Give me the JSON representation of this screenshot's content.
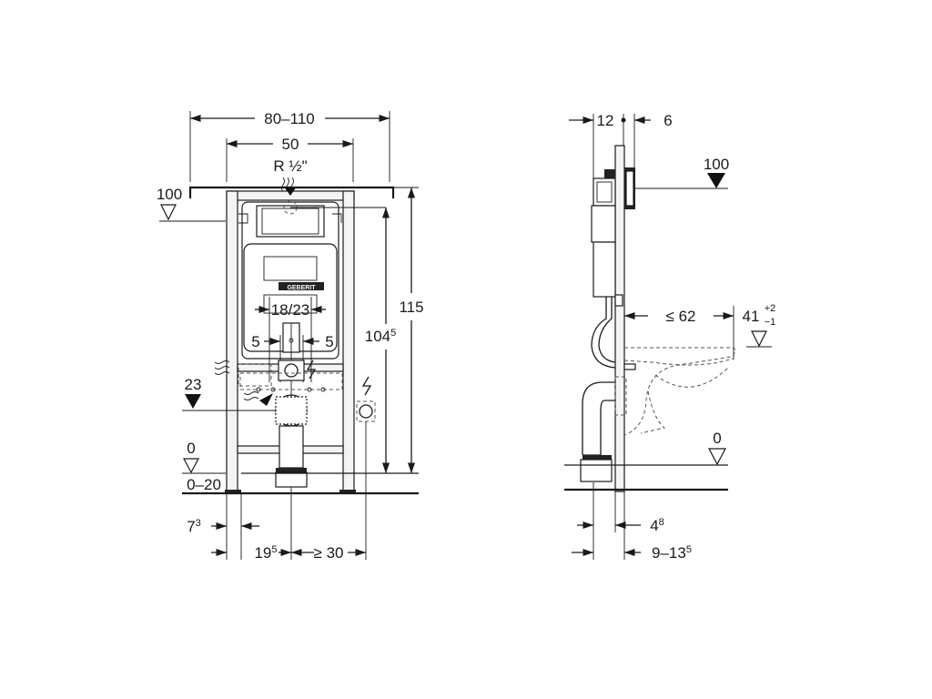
{
  "front_view": {
    "dim_width_range": "80–110",
    "dim_frame_width": "50",
    "supply_label": "R ½\"",
    "ref_100": "100",
    "dim_18_23": "18/23",
    "dim_5_left": "5",
    "dim_5_right": "5",
    "dim_23": "23",
    "ref_0": "0",
    "dim_0_20": "0–20",
    "dim_115": "115",
    "dim_104_main": "104",
    "dim_104_sup": "5",
    "dim_7_main": "7",
    "dim_7_sup": "3",
    "dim_19_main": "19",
    "dim_19_sup": "5",
    "dim_ge30": "≥ 30",
    "brand_text": "GEBERIT"
  },
  "side_view": {
    "dim_12": "12",
    "dim_6": "6",
    "ref_100": "100",
    "dim_le62": "≤ 62",
    "dim_41_main": "41",
    "dim_41_tol_plus": "+2",
    "dim_41_tol_minus": "−1",
    "ref_0": "0",
    "dim_4_main": "4",
    "dim_4_sup": "8",
    "dim_9_13_main": "9–13",
    "dim_9_13_sup": "5"
  },
  "icons": [
    "water-supply-icon",
    "electric-icon",
    "arrow-icon",
    "level-triangle-icon"
  ]
}
